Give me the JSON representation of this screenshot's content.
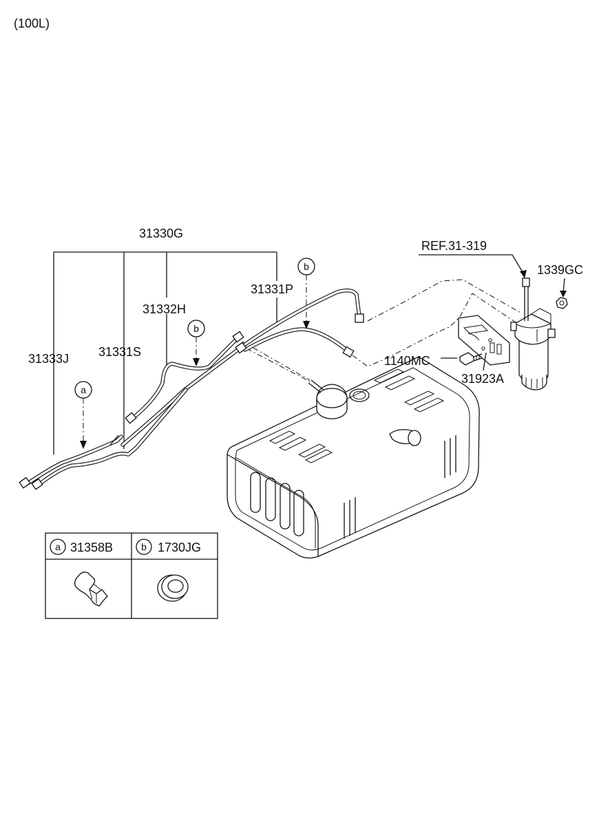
{
  "header": {
    "variant": "(100L)"
  },
  "labels": {
    "assembly": "31330G",
    "ref": "REF.31-319",
    "nut": "1339GC",
    "hose_p": "31331P",
    "hose_h": "31332H",
    "hose_j": "31333J",
    "hose_s": "31331S",
    "bolt": "1140MC",
    "bracket": "31923A",
    "callout_a": "a",
    "callout_b": "b"
  },
  "legend": {
    "items": [
      {
        "marker": "a",
        "part_no": "31358B",
        "icon": "hose-clip-icon"
      },
      {
        "marker": "b",
        "part_no": "1730JG",
        "icon": "grommet-icon"
      }
    ]
  }
}
